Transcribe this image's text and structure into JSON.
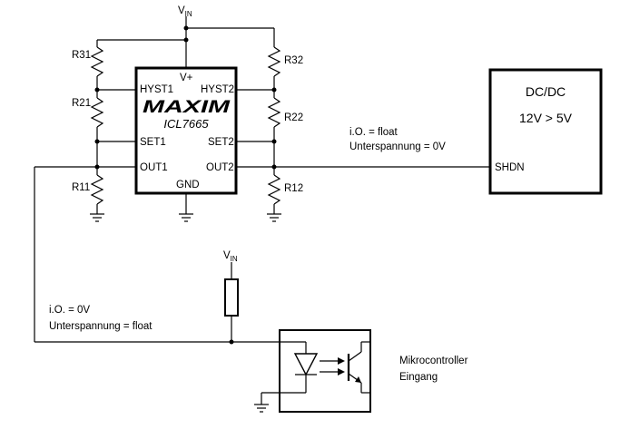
{
  "supply": {
    "main": "V",
    "sub": "IN"
  },
  "supply2": {
    "main": "V",
    "sub": "IN"
  },
  "ic": {
    "brand": "MAXIM",
    "part": "ICL7665",
    "pins": {
      "vplus": "V+",
      "hyst1": "HYST1",
      "hyst2": "HYST2",
      "set1": "SET1",
      "set2": "SET2",
      "out1": "OUT1",
      "out2": "OUT2",
      "gnd": "GND"
    }
  },
  "resistors": {
    "r31": "R31",
    "r21": "R21",
    "r11": "R11",
    "r32": "R32",
    "r22": "R22",
    "r12": "R12"
  },
  "dcdc": {
    "title": "DC/DC",
    "ratio": "12V > 5V",
    "pin": "SHDN"
  },
  "notes": {
    "out2_line1": "i.O. = float",
    "out2_line2": "Unterspannung = 0V",
    "out1_line1": "i.O. = 0V",
    "out1_line2": "Unterspannung = float"
  },
  "mcu": {
    "line1": "Mikrocontroller",
    "line2": "Eingang"
  }
}
